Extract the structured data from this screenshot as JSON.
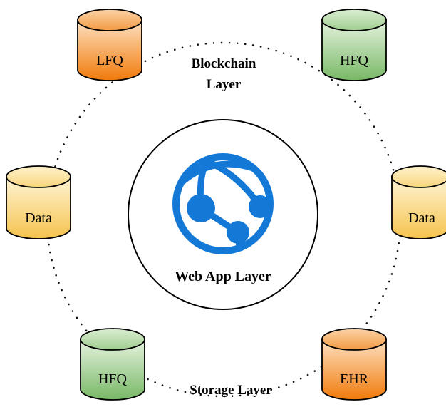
{
  "labels": {
    "blockchain_line1": "Blockchain",
    "blockchain_line2": "Layer",
    "web_app": "Web App Layer",
    "storage": "Storage Layer"
  },
  "databases": [
    {
      "label": "LFQ",
      "color": "orange"
    },
    {
      "label": "HFQ",
      "color": "green"
    },
    {
      "label": "Data",
      "color": "yellow"
    },
    {
      "label": "Data",
      "color": "yellow"
    },
    {
      "label": "HFQ",
      "color": "green"
    },
    {
      "label": "EHR",
      "color": "orange"
    }
  ],
  "colors": {
    "orange_top": "#fbd3a8",
    "orange_bottom": "#f07a0a",
    "green_top": "#dbeed2",
    "green_bottom": "#7cba6a",
    "yellow_top": "#fff2cc",
    "yellow_bottom": "#f5c34d",
    "web_icon": "#1479d6"
  },
  "icons": {
    "web_app_icon": "web-app-globe-icon"
  }
}
